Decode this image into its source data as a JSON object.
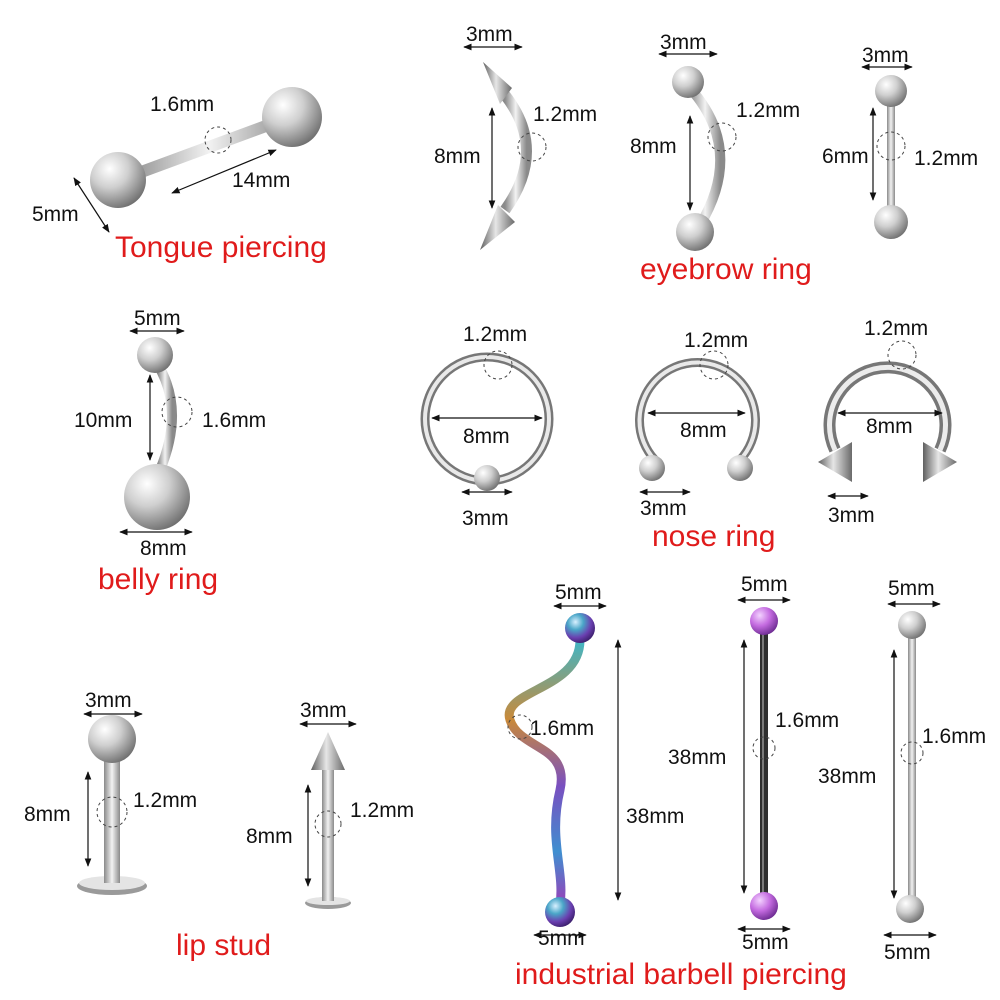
{
  "colors": {
    "category_text": "#e01b1b",
    "dimension_text": "#111111",
    "metal": "#c8c8c8"
  },
  "categories": {
    "tongue": "Tongue piercing",
    "eyebrow": "eyebrow ring",
    "belly": "belly ring",
    "nose": "nose ring",
    "lip": "lip stud",
    "industrial": "industrial barbell piercing"
  },
  "tongue": {
    "thickness": "1.6mm",
    "length": "14mm",
    "ball": "5mm"
  },
  "eyebrow_spike": {
    "width": "3mm",
    "thickness": "1.2mm",
    "length": "8mm"
  },
  "eyebrow_ball": {
    "width": "3mm",
    "thickness": "1.2mm",
    "length": "8mm"
  },
  "eyebrow_straight": {
    "width": "3mm",
    "thickness": "1.2mm",
    "length": "6mm"
  },
  "belly": {
    "top": "5mm",
    "length": "10mm",
    "thickness": "1.6mm",
    "bottom": "8mm"
  },
  "ring_captive": {
    "thickness": "1.2mm",
    "diameter": "8mm",
    "ball": "3mm"
  },
  "ring_horseshoe": {
    "thickness": "1.2mm",
    "diameter": "8mm",
    "ball": "3mm"
  },
  "ring_spike": {
    "thickness": "1.2mm",
    "diameter": "8mm",
    "ball": "3mm"
  },
  "lip_ball": {
    "top": "3mm",
    "length": "8mm",
    "thickness": "1.2mm"
  },
  "lip_spike": {
    "top": "3mm",
    "length": "8mm",
    "thickness": "1.2mm"
  },
  "ind_wave": {
    "top": "5mm",
    "thickness": "1.6mm",
    "length": "38mm",
    "bottom": "5mm"
  },
  "ind_straight": {
    "top": "5mm",
    "thickness": "1.6mm",
    "length": "38mm",
    "bottom": "5mm"
  },
  "ind_steel": {
    "top": "5mm",
    "thickness": "1.6mm",
    "length": "38mm",
    "bottom": "5mm"
  }
}
